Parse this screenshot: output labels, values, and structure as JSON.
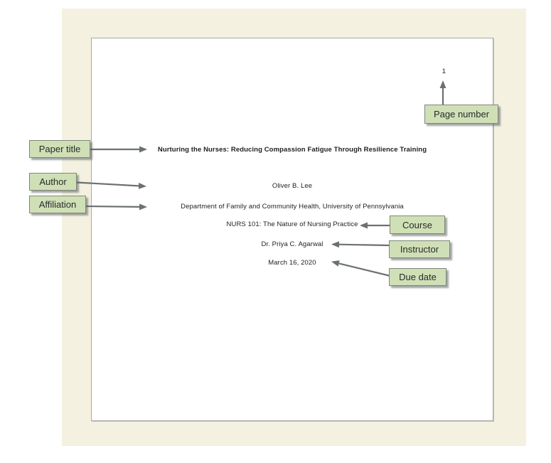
{
  "page": {
    "page_number": "1",
    "title": "Nurturing the Nurses: Reducing Compassion Fatigue Through Resilience Training",
    "author": "Oliver B. Lee",
    "affiliation": "Department of Family and Community Health, University of Pennsylvania",
    "course": "NURS 101: The Nature of Nursing Practice",
    "instructor": "Dr. Priya C. Agarwal",
    "due_date": "March 16, 2020"
  },
  "callouts": {
    "paper_title_label": "Paper title",
    "author_label": "Author",
    "affiliation_label": "Affiliation",
    "page_number_label": "Page number",
    "course_label": "Course",
    "instructor_label": "Instructor",
    "due_date_label": "Due date"
  },
  "colors": {
    "mat_background": "#f4f1e1",
    "page_background": "#ffffff",
    "page_border": "#a8a8a8",
    "callout_fill": "#cfe0b6",
    "callout_border": "#81867a",
    "arrow": "#6b7073"
  }
}
